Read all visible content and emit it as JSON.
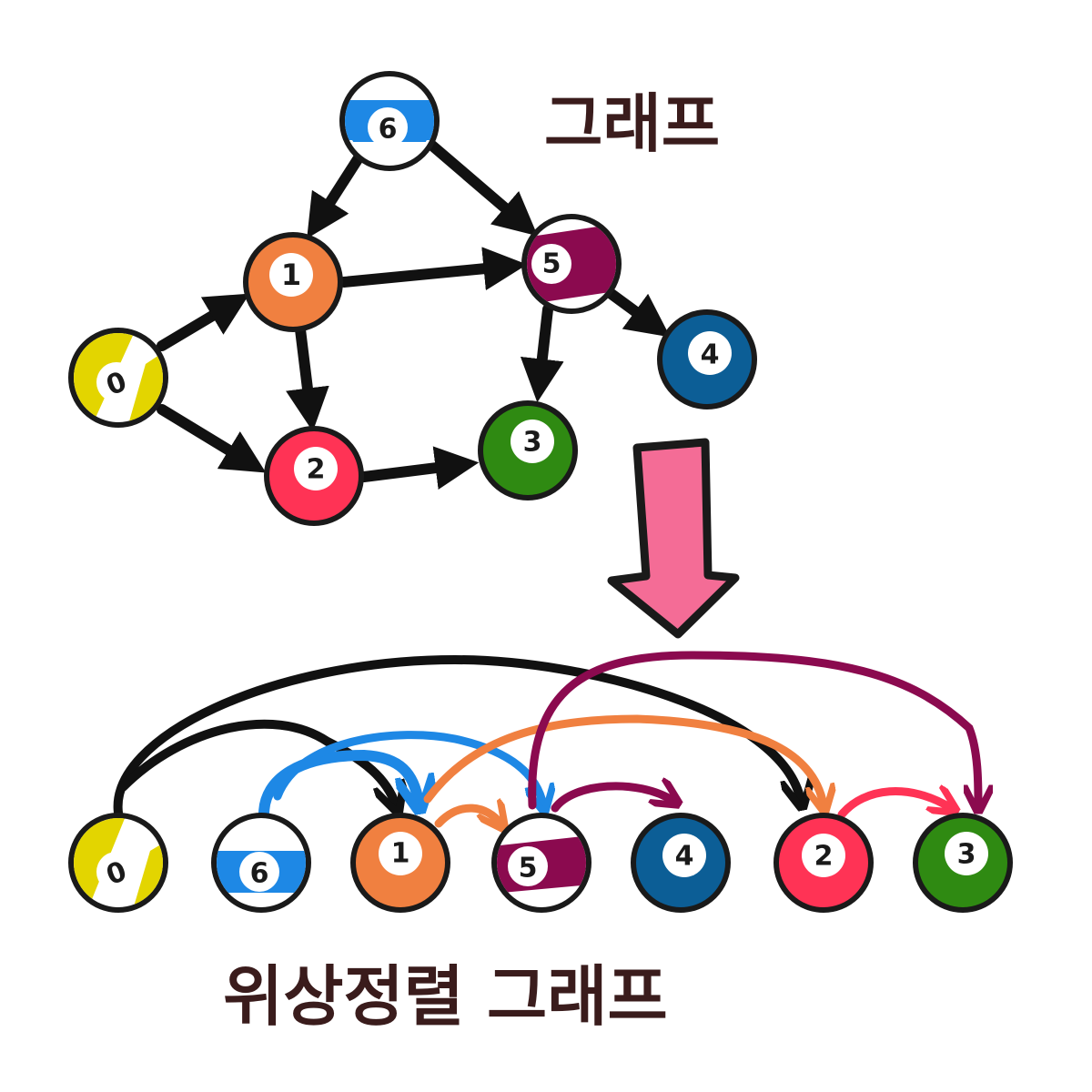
{
  "top_title": "그래프",
  "bottom_title": "위상정렬 그래프",
  "colors": {
    "0": "#e3d500",
    "1": "#f08040",
    "2": "#ff3355",
    "3": "#2f8a12",
    "4": "#0c5e96",
    "5": "#8b0a4f",
    "6": "#1e88e5",
    "arrow_pink": "#f46c96",
    "edge_black": "#111111"
  },
  "graph": {
    "nodes": [
      {
        "id": "6",
        "label": "6",
        "style": "stripe"
      },
      {
        "id": "1",
        "label": "1",
        "style": "solid"
      },
      {
        "id": "5",
        "label": "5",
        "style": "stripe"
      },
      {
        "id": "0",
        "label": "0",
        "style": "stripe"
      },
      {
        "id": "4",
        "label": "4",
        "style": "solid"
      },
      {
        "id": "2",
        "label": "2",
        "style": "solid"
      },
      {
        "id": "3",
        "label": "3",
        "style": "solid"
      }
    ],
    "edges": [
      [
        "6",
        "1"
      ],
      [
        "6",
        "5"
      ],
      [
        "1",
        "5"
      ],
      [
        "0",
        "1"
      ],
      [
        "0",
        "2"
      ],
      [
        "1",
        "2"
      ],
      [
        "5",
        "3"
      ],
      [
        "5",
        "4"
      ],
      [
        "2",
        "3"
      ]
    ]
  },
  "topological_order": [
    "0",
    "6",
    "1",
    "5",
    "4",
    "2",
    "3"
  ]
}
